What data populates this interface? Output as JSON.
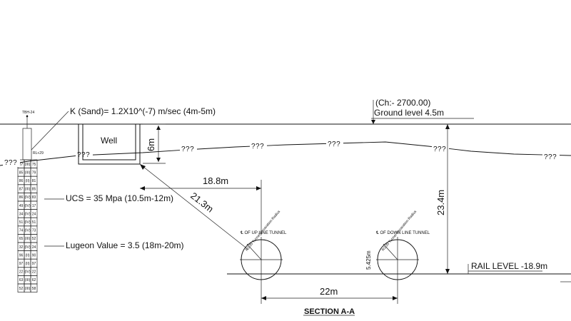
{
  "title": "SECTION A-A",
  "borehole": {
    "id": "TBH-24",
    "ground_note": "RL+29",
    "rows": [
      [
        "87",
        "(III)",
        "75"
      ],
      [
        "85",
        "(III)",
        "79"
      ],
      [
        "86",
        "(II)",
        "81"
      ],
      [
        "87",
        "(III)",
        "85"
      ],
      [
        "86",
        "(IV)",
        "83"
      ],
      [
        "49",
        "(IV)",
        "17"
      ],
      [
        "34",
        "(IV)",
        "24"
      ],
      [
        "51",
        "(IV)",
        "51"
      ],
      [
        "74",
        "(IV)",
        "73"
      ],
      [
        "65",
        "(III)",
        "52"
      ],
      [
        "32",
        "(IV)",
        "24"
      ],
      [
        "96",
        "(II)",
        "90"
      ],
      [
        "97",
        "(II)",
        "97"
      ],
      [
        "22",
        "(IV)",
        "22"
      ],
      [
        "63",
        "(III)",
        "62"
      ],
      [
        "52",
        "(III)",
        "58"
      ]
    ]
  },
  "annotations": {
    "k_sand": "K (Sand)= 1.2X10^(-7) m/sec (4m-5m)",
    "ucs": "UCS = 35 Mpa (10.5m-12m)",
    "lugeon": "Lugeon Value = 3.5 (18m-20m)",
    "chainage": "(Ch:- 2700.00)",
    "ground_level": "Ground level 4.5m",
    "rail_level": "RAIL LEVEL -18.9m",
    "well": "Well",
    "unknown": "???"
  },
  "dimensions": {
    "well_depth": "6m",
    "horizontal": "18.8m",
    "diagonal": "21.3m",
    "depth_total": "23.4m",
    "tunnel_spacing": "22m",
    "tunnel_offset": "5.425m"
  },
  "tunnels": {
    "up": "℄ OF UP LINE TUNNEL",
    "down": "℄ OF DOWN LINE TUNNEL",
    "radius_note": "R3.35 Tunnel Excavation Radius"
  }
}
